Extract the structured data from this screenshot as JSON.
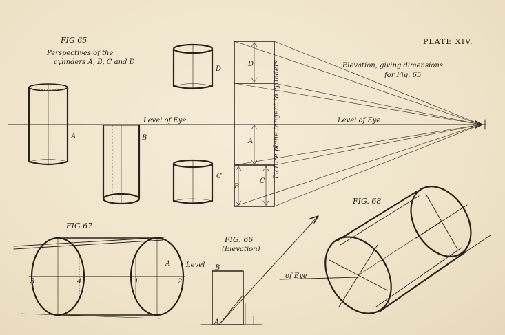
{
  "plate_title": "PLATE XIV.",
  "fig65": {
    "title": "FIG 65",
    "caption_line1": "Perspectives of the",
    "caption_line2": "cylinders A, B, C and D",
    "label_a": "A",
    "label_b": "B",
    "label_c": "C",
    "label_d": "D",
    "level_of_eye": "Level of Eye"
  },
  "elevation": {
    "caption_line1": "Elevation, giving dimensions",
    "caption_line2": "for Fig. 65",
    "level_of_eye": "Level of Eye",
    "picture_plane": "Picture plane tangent to cylinders",
    "label_d": "D",
    "label_a": "A",
    "label_b": "B",
    "label_c": "C"
  },
  "fig67": {
    "title": "FIG 67",
    "label_a": "A",
    "level": "Level",
    "n1": "1",
    "n2": "2",
    "n3": "3",
    "n4": "4"
  },
  "fig66": {
    "title": "FIG. 66",
    "subtitle": "(Elevation)",
    "label_b": "B",
    "label_a": "A"
  },
  "fig68": {
    "title": "FIG. 68",
    "of_eye": "of Eye"
  }
}
